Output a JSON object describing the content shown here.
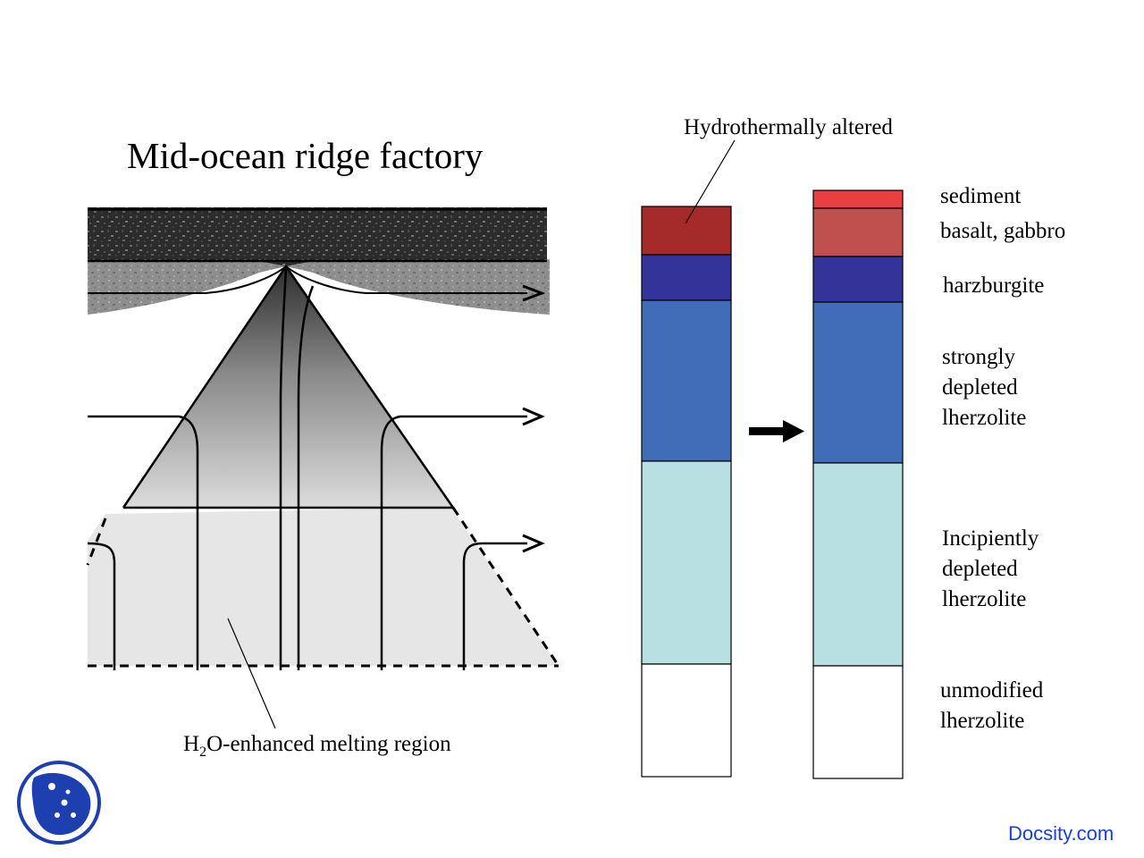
{
  "title": "Mid-ocean ridge factory",
  "melting_region_label": {
    "prefix": "H",
    "subscript": "2",
    "suffix": "O-enhanced melting region"
  },
  "hydrothermal_label": "Hydrothermally altered",
  "layer_labels": {
    "sediment": "sediment",
    "basalt": "basalt, gabbro",
    "harzburgite": "harzburgite",
    "strongly": [
      "strongly",
      "depleted",
      "lherzolite"
    ],
    "incipiently": [
      "Incipiently",
      "depleted",
      "lherzolite"
    ],
    "unmodified": [
      "unmodified",
      "lherzolite"
    ]
  },
  "colors": {
    "sediment": "#e84040",
    "altered_crust": "#a52a2a",
    "basalt_gabbro": "#c0504d",
    "harzburgite": "#333399",
    "strongly_depleted": "#416db8",
    "incipiently_depleted": "#b8e0e2",
    "unmodified": "#ffffff",
    "watermark": "#1a3fd6"
  },
  "icons": {
    "transform_arrow": "right-arrow-icon",
    "logo": "docsity-logo-icon"
  },
  "watermark": "Docsity.com"
}
